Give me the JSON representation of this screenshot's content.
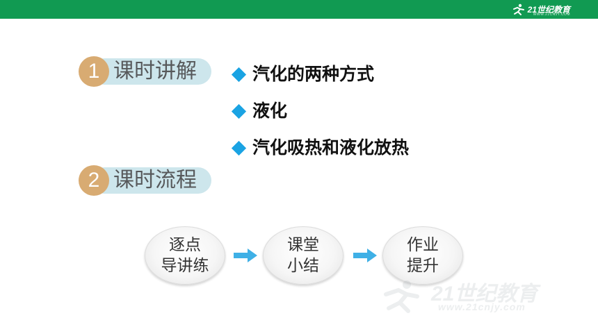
{
  "header": {
    "brand_text": "21世纪教育",
    "brand_url": "WWW.21CNJY.COM",
    "bar_color": "#119a52"
  },
  "sections": [
    {
      "number": "1",
      "title": "课时讲解"
    },
    {
      "number": "2",
      "title": "课时流程"
    }
  ],
  "topics": [
    {
      "label": "汽化的两种方式"
    },
    {
      "label": "液化"
    },
    {
      "label": "汽化吸热和液化放热"
    }
  ],
  "flow": [
    {
      "line1": "逐点",
      "line2": "导讲练"
    },
    {
      "line1": "课堂",
      "line2": "小结"
    },
    {
      "line1": "作业",
      "line2": "提升"
    }
  ],
  "watermark": {
    "logo_text": "21世纪教育",
    "url": "www.21cnjy.com"
  },
  "colors": {
    "badge": "#d8ab72",
    "pill": "#cde6ec",
    "bullet": "#1aa3e3",
    "arrow": "#3fb0e6"
  }
}
